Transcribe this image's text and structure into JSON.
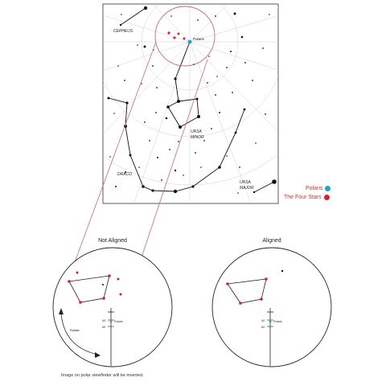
{
  "star_map": {
    "constellations": {
      "cepheus": "CEPHEUS",
      "ursa_minor": [
        "URSA",
        "MINOR"
      ],
      "draco": "DRACO",
      "ursa_major": [
        "URSA",
        "MAJOR"
      ]
    },
    "polaris_label": "Polaris"
  },
  "legend": {
    "polaris": {
      "label": "Polaris",
      "color": "#1fa3dc"
    },
    "four_stars": {
      "label": "The Four Stars",
      "color": "#d6202a"
    }
  },
  "finder_not_aligned": {
    "title": "Not Aligned",
    "rotate_label": "Rotate",
    "scale_labels": [
      "40'",
      "60'"
    ],
    "polaris_label": "Polaris"
  },
  "finder_aligned": {
    "title": "Aligned",
    "scale_labels": [
      "40'",
      "60'"
    ],
    "polaris_label": "Polaris"
  },
  "footnote": "Image on polar viewfinder will be inverted."
}
